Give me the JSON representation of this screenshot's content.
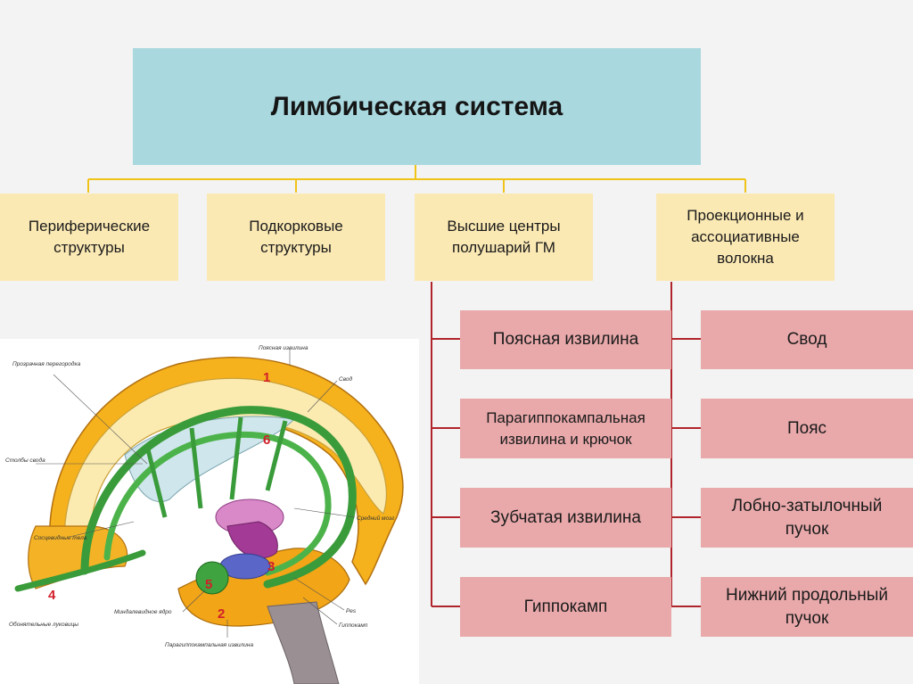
{
  "title": "Лимбическая система",
  "categories": [
    "Периферические структуры",
    "Подкорковые структуры",
    "Высшие центры полушарий ГМ",
    "Проекционные и ассоциативные волокна"
  ],
  "higher_centers": [
    "Поясная извилина",
    "Парагиппокампальная извилина и крючок",
    "Зубчатая извилина",
    "Гиппокамп"
  ],
  "fibers": [
    "Свод",
    "Пояс",
    "Лобно-затылочный пучок",
    "Нижний продольный пучок"
  ],
  "figure": {
    "labels": {
      "cingulate": "Поясная извилина",
      "septum": "Прозрачная перегородка",
      "fornix": "Свод",
      "columns": "Столбы свода",
      "mamillary": "Сосцевидные тела",
      "midbrain": "Средний мозг",
      "olfactory": "Обонятельные луковицы",
      "amygdala": "Миндалевидное ядро",
      "fimbria": "Реs",
      "hippocampus": "Гиппокамп",
      "parahippocampal": "Парагиппокампальная извилина"
    },
    "numbers": [
      "1",
      "2",
      "3",
      "4",
      "5",
      "6"
    ]
  },
  "colors": {
    "title_bg": "#a9d8df",
    "category_bg": "#fbe9b4",
    "item_bg": "#e9a9ab",
    "connector_yellow": "#f0c318",
    "connector_red": "#b0242b"
  }
}
